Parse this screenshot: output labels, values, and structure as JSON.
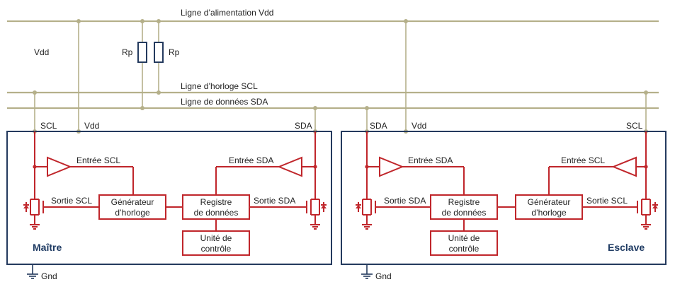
{
  "bus": {
    "vdd_line": "Ligne d’alimentation Vdd",
    "scl_line": "Ligne d’horloge SCL",
    "sda_line": "Ligne de données SDA",
    "vdd_side": "Vdd",
    "rp": "Rp",
    "gnd": "Gnd"
  },
  "master": {
    "title": "Maître",
    "pin_scl": "SCL",
    "pin_vdd": "Vdd",
    "pin_sda": "SDA",
    "entree_scl": "Entrée SCL",
    "entree_sda": "Entrée SDA",
    "sortie_scl": "Sortie SCL",
    "sortie_sda": "Sortie SDA",
    "clock_line1": "Générateur",
    "clock_line2": "d’horloge",
    "reg_line1": "Registre",
    "reg_line2": "de données",
    "ctrl_line1": "Unité de",
    "ctrl_line2": "contrôle"
  },
  "slave": {
    "title": "Esclave",
    "pin_sda": "SDA",
    "pin_vdd": "Vdd",
    "pin_scl": "SCL",
    "entree_sda": "Entrée SDA",
    "entree_scl": "Entrée SCL",
    "sortie_sda": "Sortie SDA",
    "sortie_scl": "Sortie SCL",
    "reg_line1": "Registre",
    "reg_line2": "de données",
    "clock_line1": "Générateur",
    "clock_line2": "d’horloge",
    "ctrl_line1": "Unité de",
    "ctrl_line2": "contrôle"
  },
  "colors": {
    "bus": "#b5b08a",
    "circuit": "#c0262b",
    "frame": "#243a5e"
  }
}
